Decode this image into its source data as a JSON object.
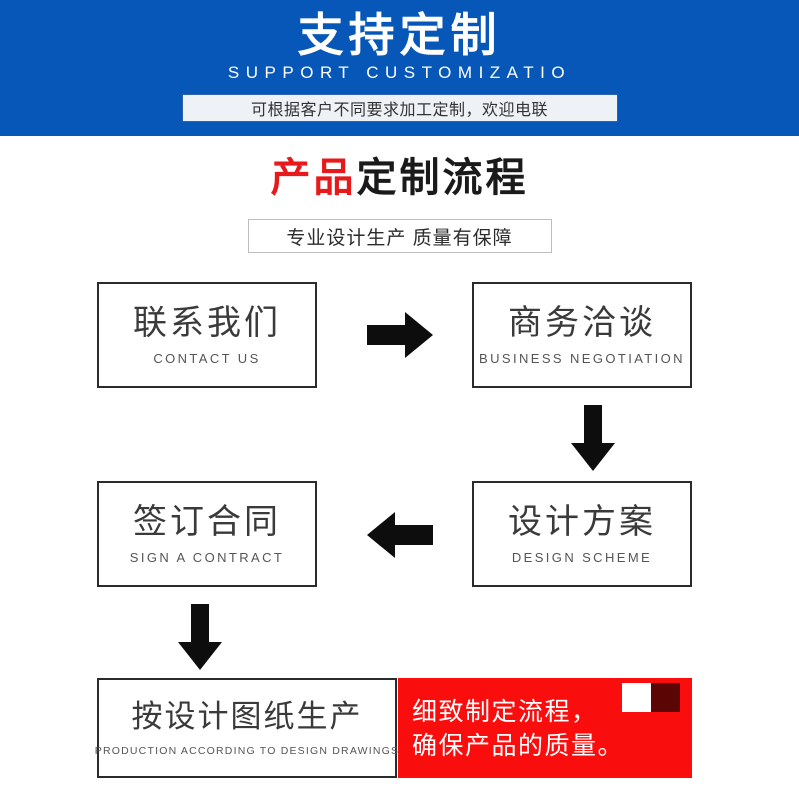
{
  "colors": {
    "header_blue": "#0757b8",
    "accent_red": "#e8191b",
    "panel_red": "#fa0d0d",
    "deco_white": "#ffffff",
    "deco_dark": "#5c0505",
    "box_border": "#2b2b2b",
    "text_dark": "#3a3a3a"
  },
  "header": {
    "title": "支持定制",
    "subtitle": "SUPPORT CUSTOMIZATIO",
    "pill_text": "可根据客户不同要求加工定制，欢迎电联"
  },
  "section": {
    "title_red": "产品",
    "title_black": "定制流程",
    "subtitle": "专业设计生产 质量有保障"
  },
  "flow": {
    "steps": [
      {
        "cn": "联系我们",
        "en": "CONTACT US"
      },
      {
        "cn": "商务洽谈",
        "en": "BUSINESS  NEGOTIATION"
      },
      {
        "cn": "设计方案",
        "en": "DESIGN  SCHEME"
      },
      {
        "cn": "签订合同",
        "en": "SIGN A CONTRACT"
      },
      {
        "cn": "按设计图纸生产",
        "en": "PRODUCTION ACCORDING TO DESIGN DRAWINGS"
      }
    ],
    "arrows": [
      {
        "name": "arrow-right-icon",
        "direction": "right"
      },
      {
        "name": "arrow-down-icon",
        "direction": "down"
      },
      {
        "name": "arrow-left-icon",
        "direction": "left"
      },
      {
        "name": "arrow-down-icon",
        "direction": "down"
      }
    ]
  },
  "promo": {
    "line1": "细致制定流程，",
    "line2": "确保产品的质量。"
  }
}
